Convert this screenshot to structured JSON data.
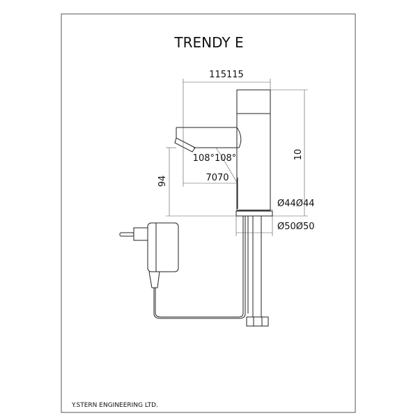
{
  "title": "TRENDY E",
  "dimensions": {
    "width_top": "115115",
    "height_total": "10",
    "spout_height": "94",
    "angle": "108°108°",
    "spout_reach": "7070",
    "body_diameter": "Ø44Ø44",
    "base_diameter": "Ø50Ø50"
  },
  "footer": "Y.STERN ENGINEERING LTD."
}
